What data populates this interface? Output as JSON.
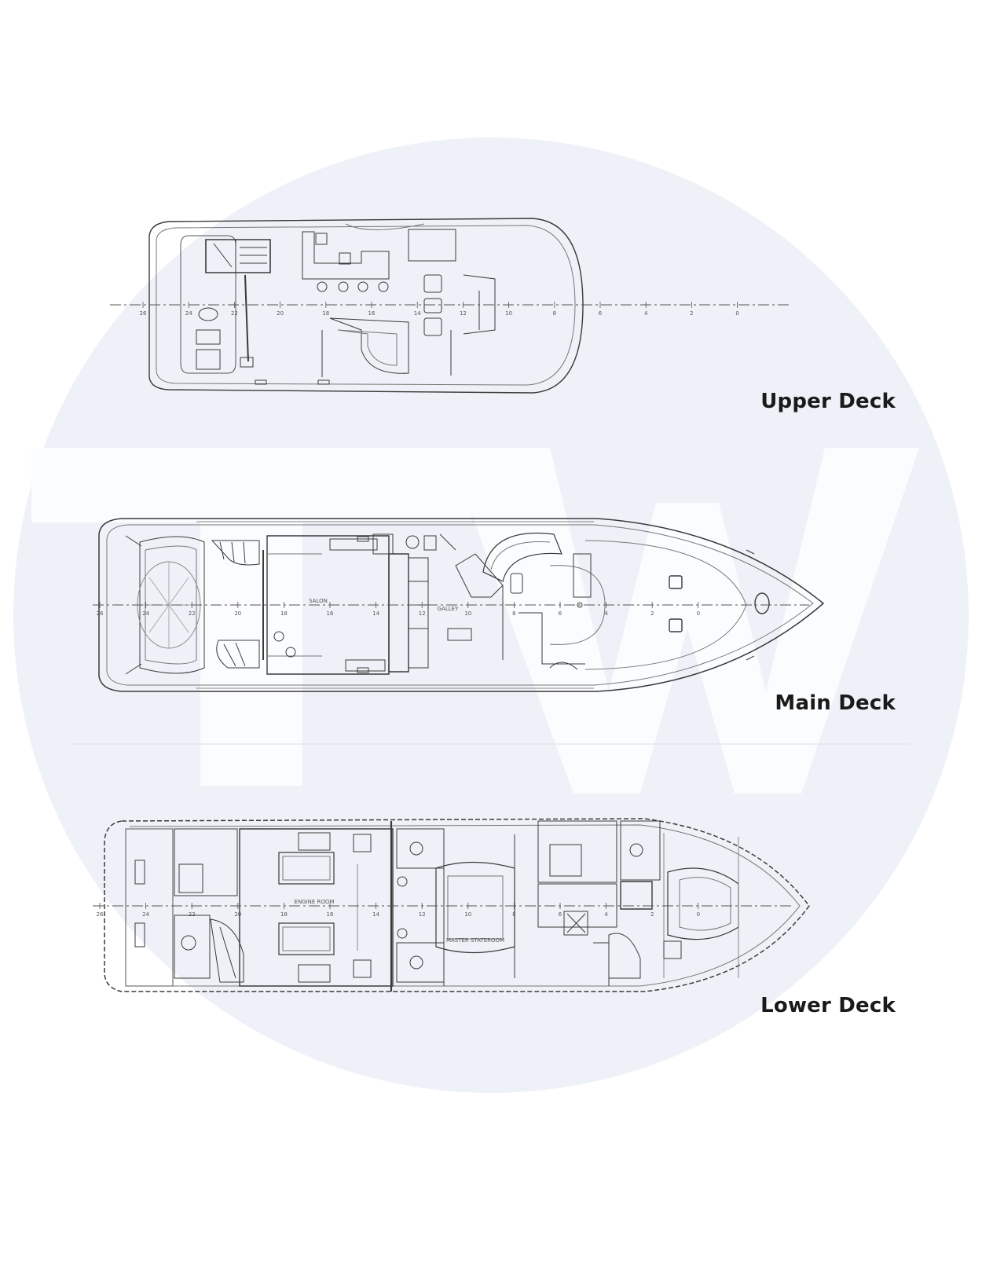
{
  "watermark": {
    "text": "TW",
    "circle_color": "#eef1f7",
    "letter_color": "#fbfcfe"
  },
  "decks": [
    {
      "label": "Upper Deck",
      "frames": [
        "26",
        "24",
        "22",
        "20",
        "18",
        "16",
        "14",
        "12",
        "10",
        "8",
        "6",
        "4",
        "2",
        "0"
      ]
    },
    {
      "label": "Main Deck",
      "frames": [
        "26",
        "24",
        "22",
        "20",
        "18",
        "16",
        "14",
        "12",
        "10",
        "8",
        "6",
        "4",
        "2",
        "0"
      ]
    },
    {
      "label": "Lower Deck",
      "frames": [
        "26",
        "24",
        "22",
        "20",
        "18",
        "16",
        "14",
        "12",
        "10",
        "8",
        "6",
        "4",
        "2",
        "0"
      ]
    }
  ],
  "rooms": {
    "salon": "SALON",
    "galley": "GALLEY",
    "engine_room": "ENGINE ROOM",
    "master_stateroom": "MASTER STATEROOM"
  },
  "colors": {
    "line": "#3a3a3a",
    "line_light": "#8a8a8a",
    "divider": "#dcdfe6"
  }
}
